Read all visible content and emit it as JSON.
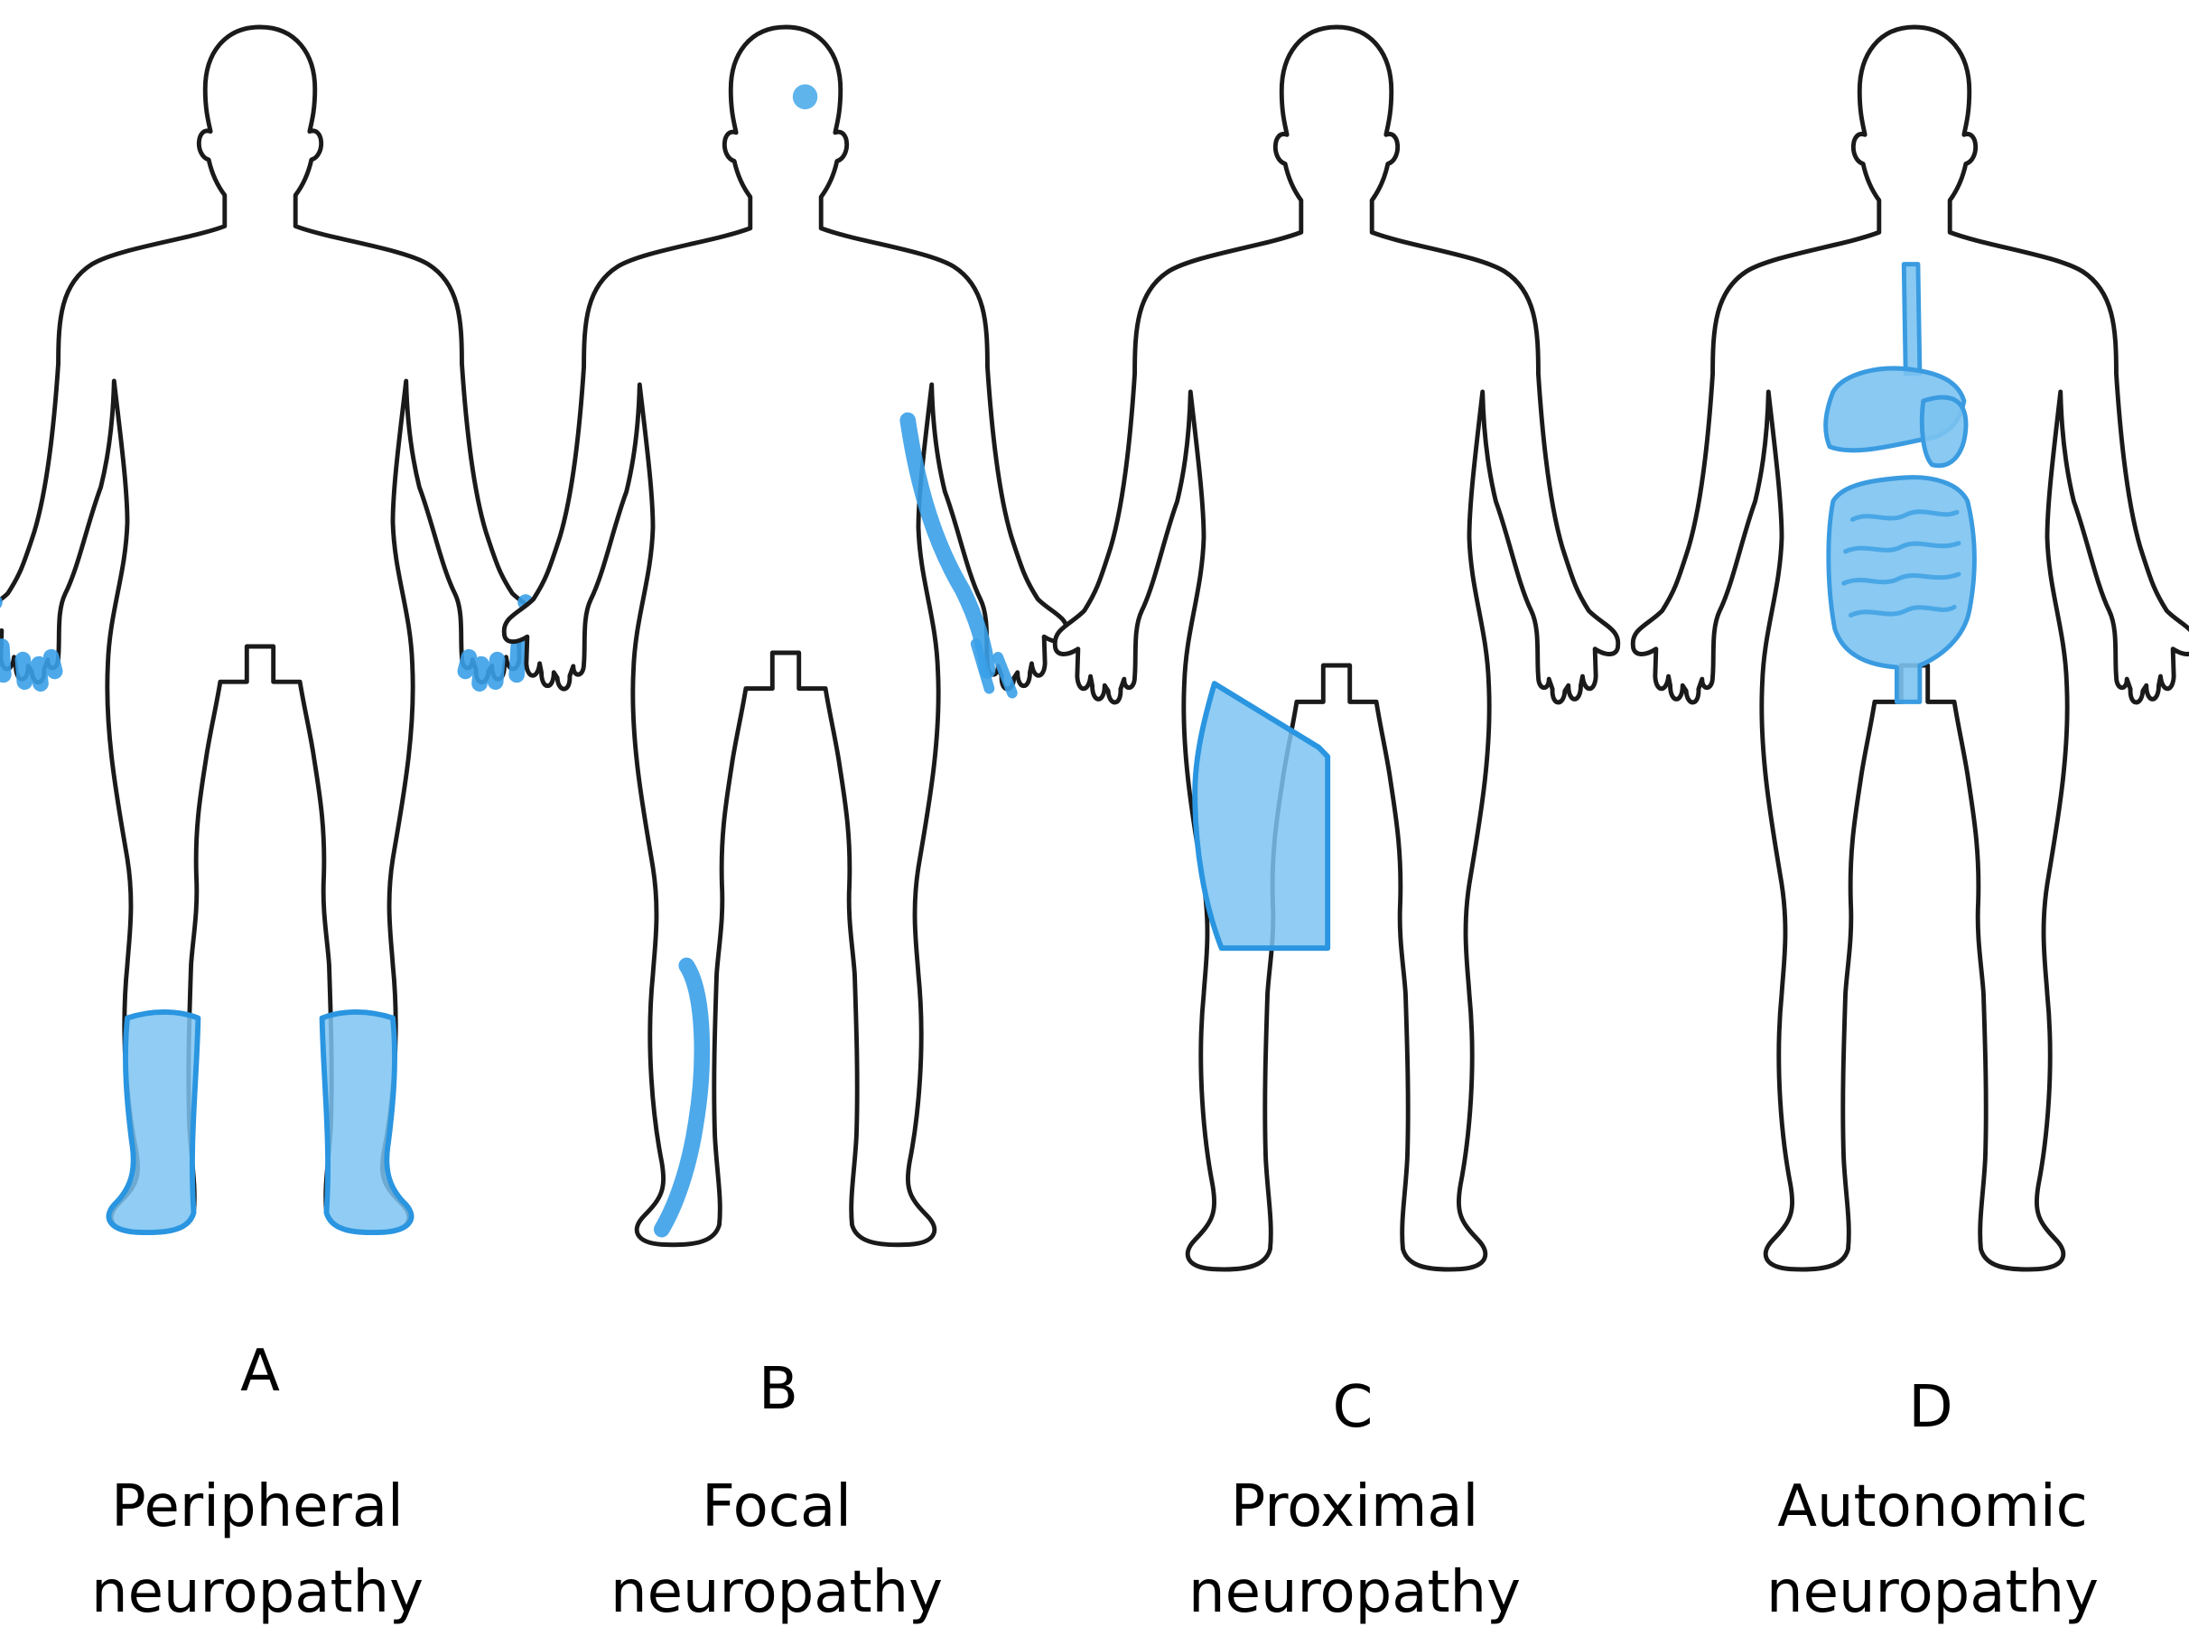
{
  "figure": {
    "panels": [
      {
        "letter": "A",
        "caption_line1": "Peripheral",
        "caption_line2": "neuropathy"
      },
      {
        "letter": "B",
        "caption_line1": "Focal",
        "caption_line2": "neuropathy"
      },
      {
        "letter": "C",
        "caption_line1": "Proximal",
        "caption_line2": "neuropathy"
      },
      {
        "letter": "D",
        "caption_line1": "Autonomic",
        "caption_line2": "neuropathy"
      }
    ],
    "colors": {
      "highlight": "#7cc3f1",
      "highlight_stroke": "#2a95e0",
      "outline": "#1a1a1a",
      "background": "#ffffff"
    }
  }
}
